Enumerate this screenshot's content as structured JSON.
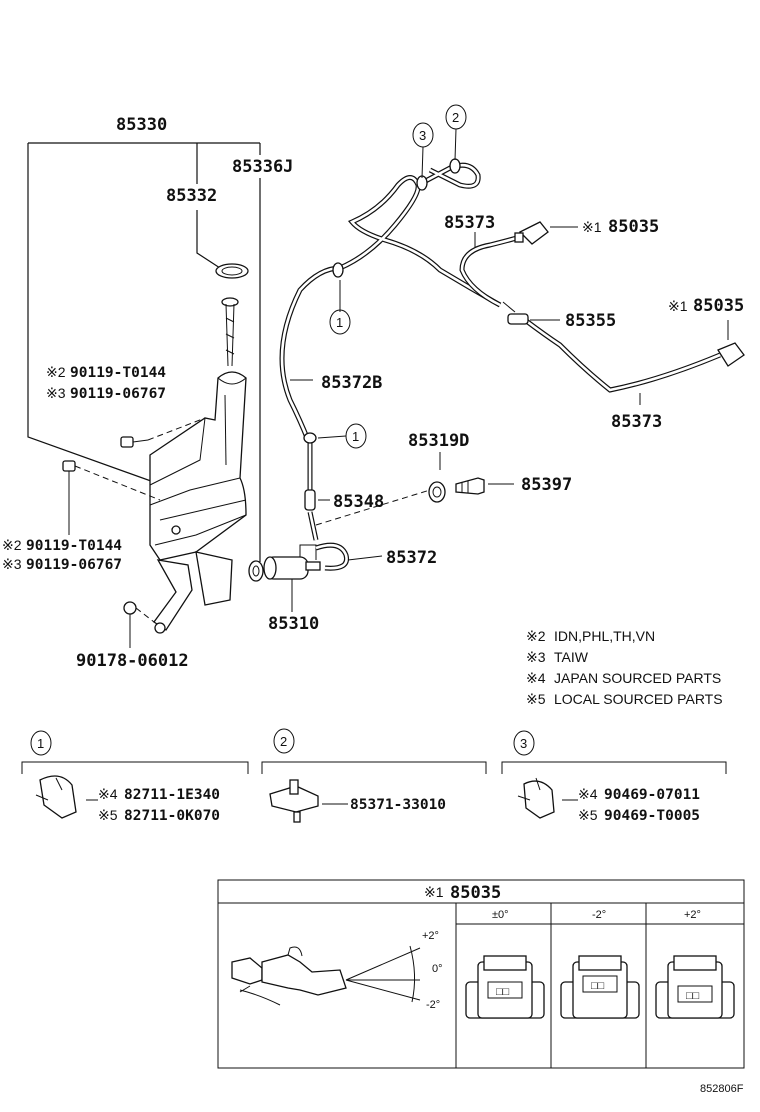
{
  "labels": {
    "p85330": "85330",
    "p85336J": "85336J",
    "p85332": "85332",
    "p85373a": "85373",
    "p85035a": "85035",
    "p85355": "85355",
    "p85035b": "85035",
    "p85373b": "85373",
    "p85372B": "85372B",
    "p85319D": "85319D",
    "p85397": "85397",
    "p85348": "85348",
    "p85372": "85372",
    "p85310": "85310",
    "p90178": "90178-06012",
    "bolt1_a": "90119-T0144",
    "bolt1_b": "90119-06767",
    "bolt2_a": "90119-T0144",
    "bolt2_b": "90119-06767",
    "mark1": "※1",
    "mark2": "※2",
    "mark3": "※3",
    "mark4": "※4",
    "mark5": "※5"
  },
  "callouts": [
    "1",
    "2",
    "3"
  ],
  "notes": [
    {
      "mark": "※2",
      "text": "IDN,PHL,TH,VN"
    },
    {
      "mark": "※3",
      "text": "TAIW"
    },
    {
      "mark": "※4",
      "text": "JAPAN SOURCED PARTS"
    },
    {
      "mark": "※5",
      "text": "LOCAL SOURCED PARTS"
    }
  ],
  "detail_boxes": [
    {
      "num": "1",
      "parts": [
        {
          "mark": "※4",
          "pn": "82711-1E340"
        },
        {
          "mark": "※5",
          "pn": "82711-0K070"
        }
      ]
    },
    {
      "num": "2",
      "parts": [
        {
          "mark": "",
          "pn": "85371-33010"
        }
      ]
    },
    {
      "num": "3",
      "parts": [
        {
          "mark": "※4",
          "pn": "90469-07011"
        },
        {
          "mark": "※5",
          "pn": "90469-T0005"
        }
      ]
    }
  ],
  "nozzle_table": {
    "title_mark": "※1",
    "title_pn": "85035",
    "columns": [
      "±0°",
      "-2°",
      "+2°"
    ],
    "angles": [
      "+2°",
      "0°",
      "-2°"
    ]
  },
  "figure_id": "852806F"
}
